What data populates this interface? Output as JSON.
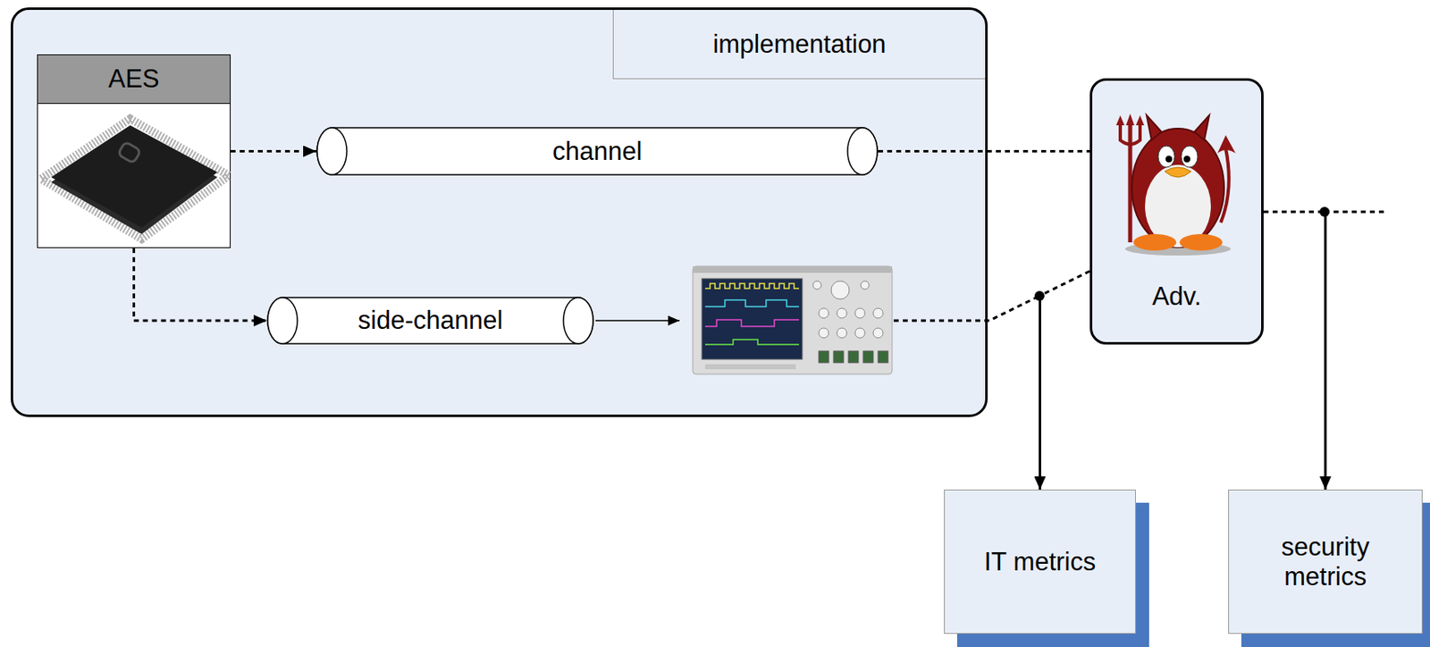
{
  "diagram": {
    "nodes": [
      {
        "text": [
          "implementation"
        ]
      },
      {
        "text": [
          "AES"
        ],
        "in": 0
      },
      {
        "text": [
          "channel"
        ],
        "in": 0
      },
      {
        "text": [
          "side-channel"
        ],
        "in": 0
      },
      {
        "text": [
          "Adv."
        ]
      },
      {
        "text": [
          "IT metrics"
        ]
      },
      {
        "text": [
          "security metrics"
        ]
      }
    ],
    "edges": [
      {
        "from": 1,
        "to": 2,
        "arrow": "to"
      },
      {
        "from": 1,
        "to": 3,
        "arrow": "to"
      },
      {
        "from": 2,
        "to": 4,
        "arrow": "none"
      },
      {
        "from": 4,
        "to": 5,
        "arrow": "to"
      },
      {
        "from": 4,
        "to": 6,
        "arrow": "to"
      }
    ]
  }
}
